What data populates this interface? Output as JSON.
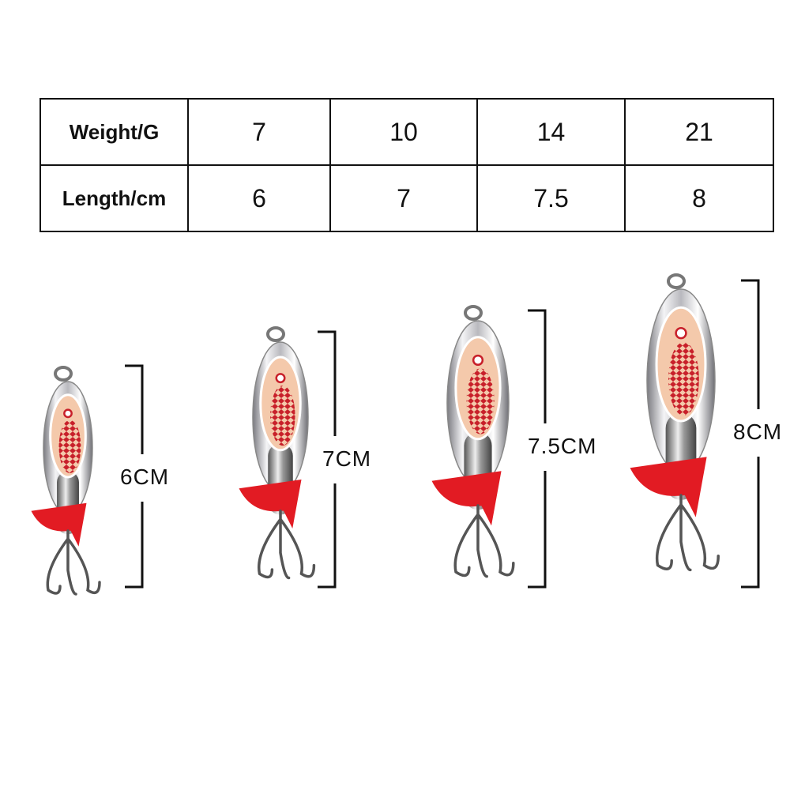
{
  "table": {
    "rows": [
      {
        "label": "Weight/G",
        "values": [
          "7",
          "10",
          "14",
          "21"
        ]
      },
      {
        "label": "Length/cm",
        "values": [
          "6",
          "7",
          "7.5",
          "8"
        ]
      }
    ]
  },
  "lures": [
    {
      "size_label": "6CM"
    },
    {
      "size_label": "7CM"
    },
    {
      "size_label": "7.5CM"
    },
    {
      "size_label": "8CM"
    }
  ],
  "colors": {
    "blade": "#d9d9dc",
    "blade_highlight": "#ffffff",
    "insert": "#f4c9ab",
    "scales": "#c8202a",
    "tail": "#e21b23",
    "hook": "#555555",
    "table_border": "#111111"
  }
}
